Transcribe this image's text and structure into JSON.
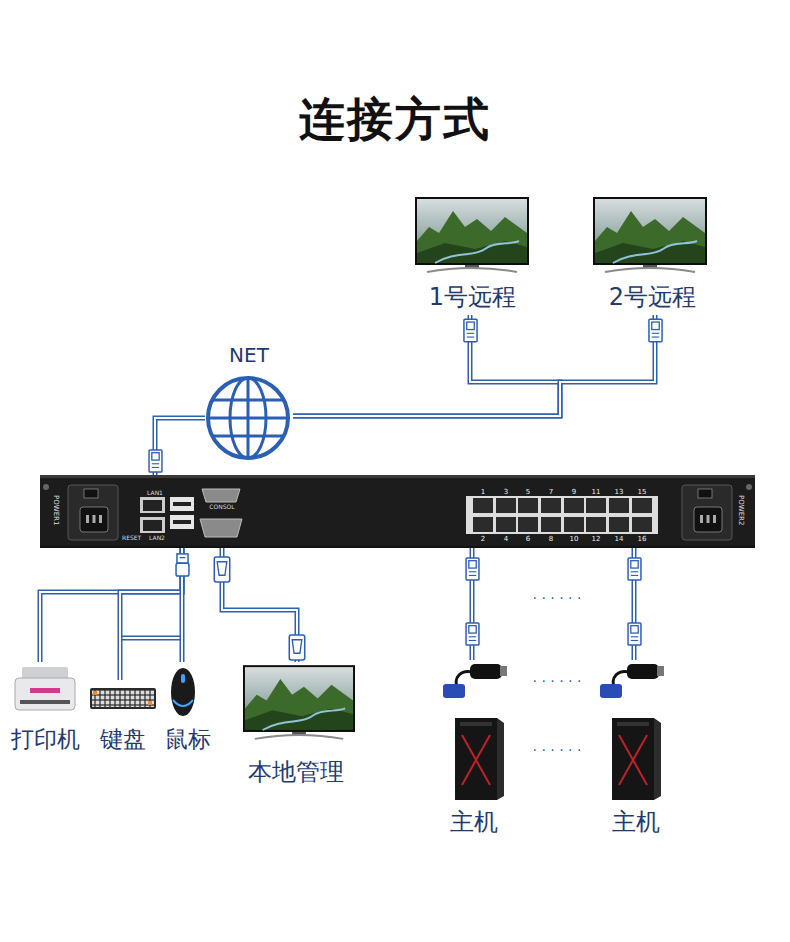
{
  "diagram": {
    "title": "连接方式",
    "nodes": [
      {
        "text": [
          "1号远程"
        ]
      },
      {
        "text": [
          "2号远程"
        ]
      },
      {
        "text": [
          "NET"
        ]
      },
      {
        "text": [
          "POWER1",
          "LAN1",
          "RESET",
          "LAN2",
          "CONSOL",
          "POWER2"
        ]
      },
      {
        "text": [
          "打印机"
        ]
      },
      {
        "text": [
          "键盘"
        ]
      },
      {
        "text": [
          "鼠标"
        ]
      },
      {
        "text": [
          "本地管理"
        ]
      },
      {
        "text": [
          "主机"
        ]
      },
      {
        "text": [
          "主机"
        ]
      }
    ],
    "edges": [
      {
        "from": 0,
        "to": 2,
        "arrow": "none"
      },
      {
        "from": 1,
        "to": 2,
        "arrow": "none"
      },
      {
        "from": 2,
        "to": 3,
        "arrow": "none"
      },
      {
        "from": 3,
        "to": 4,
        "arrow": "none"
      },
      {
        "from": 3,
        "to": 5,
        "arrow": "none"
      },
      {
        "from": 3,
        "to": 6,
        "arrow": "none"
      },
      {
        "from": 3,
        "to": 7,
        "arrow": "none"
      },
      {
        "from": 3,
        "to": 8,
        "arrow": "none"
      },
      {
        "from": 3,
        "to": 9,
        "arrow": "none"
      }
    ],
    "labels": [
      "1",
      "3",
      "5",
      "7",
      "9",
      "11",
      "13",
      "15",
      "2",
      "4",
      "6",
      "8",
      "10",
      "12",
      "14",
      "16",
      "· · · · · ·",
      "· · · · · ·",
      "· · · · · ·"
    ]
  }
}
